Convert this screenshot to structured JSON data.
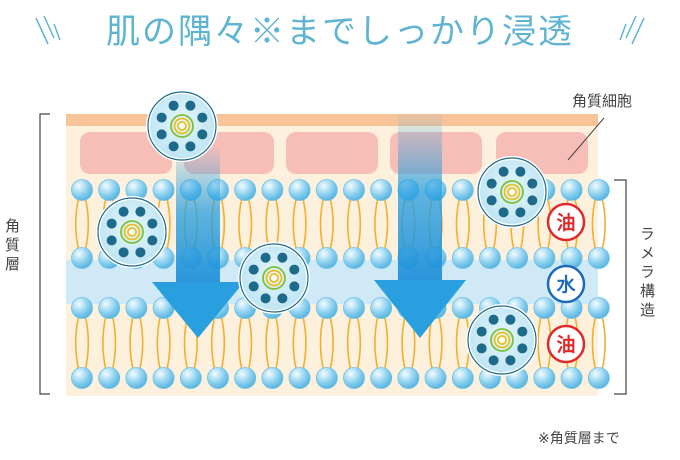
{
  "title": "肌の隅々※までしっかり浸透",
  "labels": {
    "corneocyte": "角質細胞",
    "stratum_corneum": "角質層",
    "lamellar": "ラメラ構造",
    "footnote": "※角質層まで"
  },
  "badges": [
    {
      "text": "油",
      "color": "#e02a2a"
    },
    {
      "text": "水",
      "color": "#1e6ab8"
    },
    {
      "text": "油",
      "color": "#e02a2a"
    }
  ],
  "colors": {
    "title": "#5fb4d2",
    "arrow": "#2a9fe0",
    "sphere": "#8ad0f0",
    "tail": "#f0b030",
    "cell": "#f4b5b0",
    "water_band": "#cfeaf6",
    "skin_top": "#f7c49a"
  }
}
